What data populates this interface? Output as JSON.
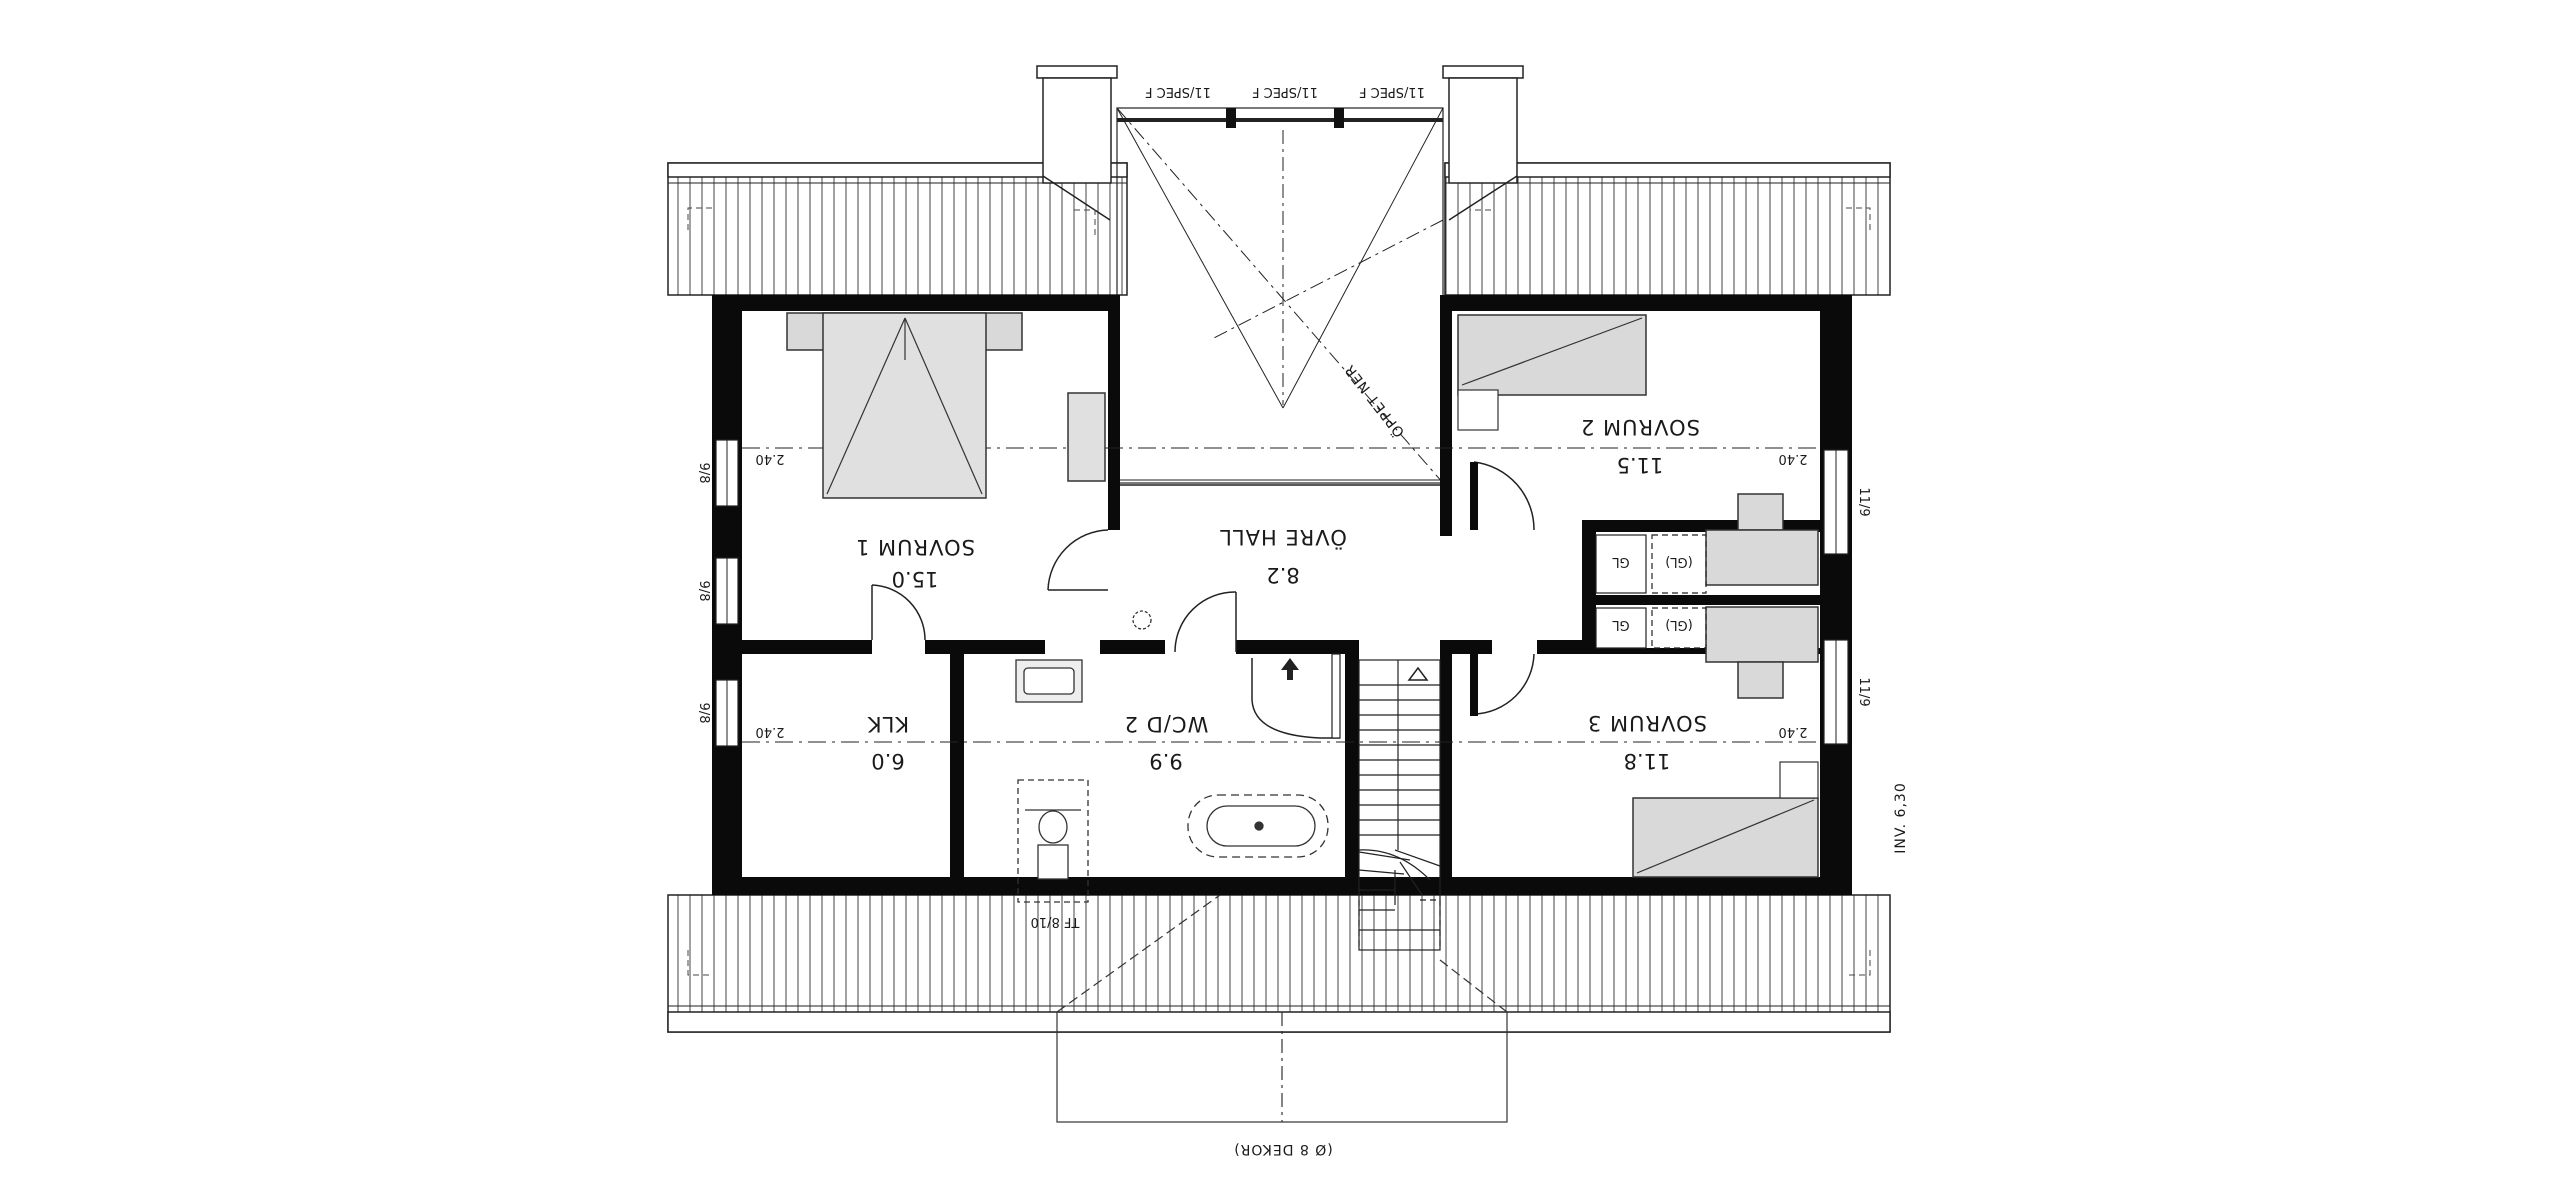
{
  "rooms": {
    "sovrum1": {
      "name": "SOVRUM 1",
      "area": "15.0"
    },
    "ovre_hall": {
      "name": "ÖVRE HALL",
      "area": "8.2"
    },
    "sovrum2": {
      "name": "SOVRUM 2",
      "area": "11.5"
    },
    "sovrum3": {
      "name": "SOVRUM 3",
      "area": "11.8"
    },
    "klk": {
      "name": "KLK",
      "area": "6.0"
    },
    "wcd2": {
      "name": "WC/D 2",
      "area": "9.9"
    }
  },
  "heights": {
    "h1": "2.40",
    "h2": "2.40",
    "h3": "2.40",
    "h4": "2.40"
  },
  "windows": {
    "left1": "9/8",
    "left2": "9/8",
    "left3": "9/8",
    "right1": "11/9",
    "right2": "11/9",
    "top1": "11/SPEC F",
    "top2": "11/SPEC F",
    "top3": "11/SPEC F",
    "bottom_tf": "TF 8/10"
  },
  "closets": {
    "gl1": "GL",
    "gl2": "(GL)",
    "gl3": "GL",
    "gl4": "(GL)"
  },
  "notes": {
    "opening": "ÖPPET NER",
    "inv": "INV. 6,30",
    "decor": "(Ø 8 DEKOR)"
  }
}
